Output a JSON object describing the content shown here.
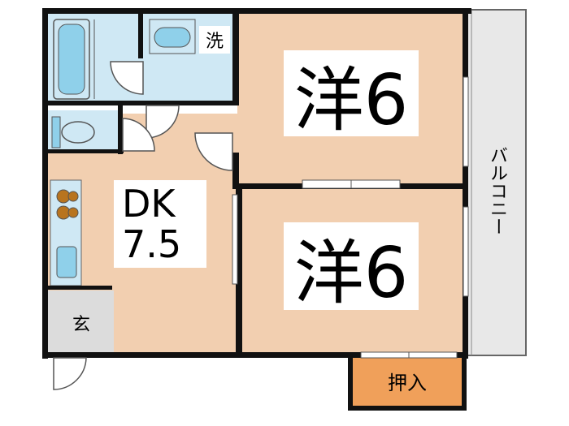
{
  "rooms": {
    "western_1": "洋6",
    "western_2": "洋6",
    "dk_name": "DK",
    "dk_size": "7.5",
    "wash": "洗",
    "entrance": "玄",
    "closet": "押入",
    "balcony": "バルコニー"
  },
  "colors": {
    "wall": "#111111",
    "room_floor": "#f2cfb0",
    "wet_area": "#cfe8f4",
    "fixture": "#8fd0ea",
    "entrance_floor": "#dcdcdc",
    "closet_floor": "#f0a05a",
    "balcony_floor": "#e8e8e8",
    "stove": "#b8741f"
  }
}
